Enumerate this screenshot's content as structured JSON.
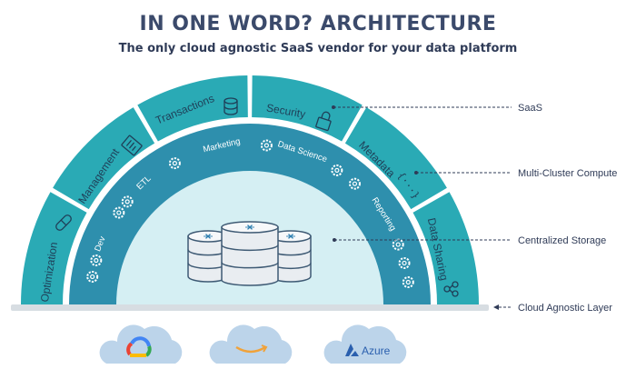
{
  "header": {
    "title": "IN ONE WORD? ARCHITECTURE",
    "subtitle": "The only cloud agnostic SaaS vendor for your data platform"
  },
  "outer_ring": [
    {
      "label": "Optimization",
      "icon": "pills-icon"
    },
    {
      "label": "Management",
      "icon": "document-icon"
    },
    {
      "label": "Transactions",
      "icon": "database-sync-icon"
    },
    {
      "label": "Security",
      "icon": "lock-icon"
    },
    {
      "label": "Metadata",
      "icon": "braces-icon"
    },
    {
      "label": "Data Sharing",
      "icon": "share-icon"
    }
  ],
  "inner_ring": [
    {
      "label": "Dev"
    },
    {
      "label": "ETL"
    },
    {
      "label": "Marketing"
    },
    {
      "label": "Data Science"
    },
    {
      "label": "Reporting"
    }
  ],
  "callouts": [
    {
      "label": "SaaS"
    },
    {
      "label": "Multi-Cluster Compute"
    },
    {
      "label": "Centralized Storage"
    },
    {
      "label": "Cloud Agnostic Layer"
    }
  ],
  "clouds": [
    {
      "icon": "google-cloud-icon",
      "label": ""
    },
    {
      "icon": "amazon-icon",
      "label": ""
    },
    {
      "icon": "azure-icon",
      "label": "Azure"
    }
  ],
  "colors": {
    "outer": "#2aaab5",
    "inner": "#2e8fad",
    "core": "#d5eff3",
    "base": "#d7dde2",
    "text_dark": "#3b4a6b",
    "cloud": "#bcd4ea",
    "cylinder": "#e9edf1",
    "cylinder_stroke": "#3e5a74"
  }
}
